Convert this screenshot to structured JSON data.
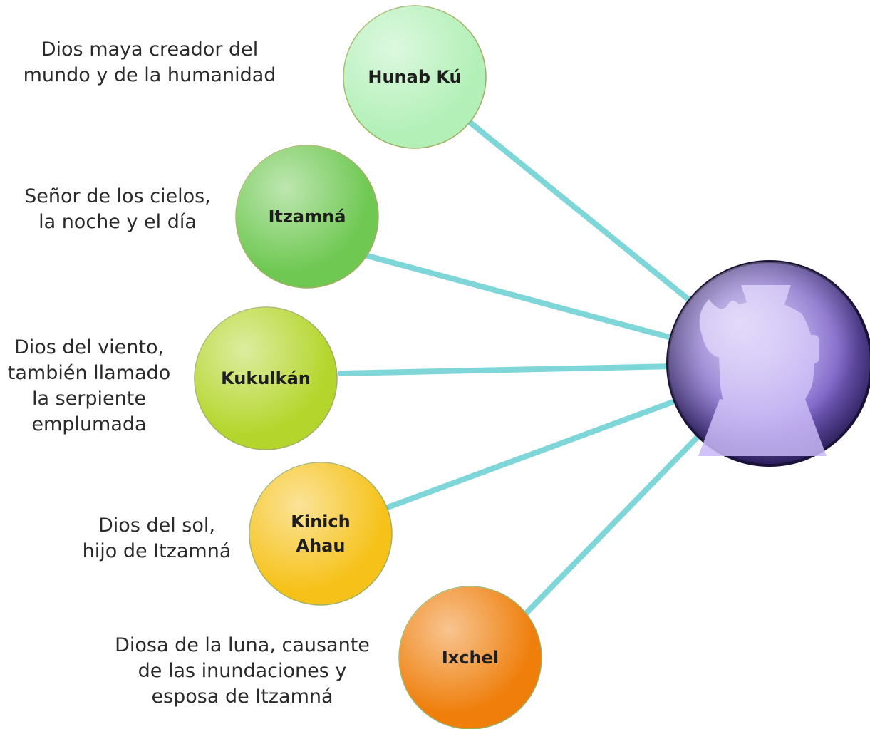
{
  "center": {
    "image": "mayan-deity-carving",
    "colors": {
      "dark": "#2b1e5a",
      "light": "#b9a6f0"
    }
  },
  "connector_color": "#7fd6d8",
  "nodes": [
    {
      "label_lines": [
        "Hunab Kú"
      ],
      "color": "#b3f0b8",
      "description_lines": [
        "Dios maya creador del",
        "mundo y de la humanidad"
      ]
    },
    {
      "label_lines": [
        "Itzamná"
      ],
      "color": "#6ec851",
      "description_lines": [
        "Señor de los cielos,",
        "la noche y el día"
      ]
    },
    {
      "label_lines": [
        "Kukulkán"
      ],
      "color": "#b4d62c",
      "description_lines": [
        "Dios del viento,",
        "también llamado",
        "la serpiente",
        "emplumada"
      ]
    },
    {
      "label_lines": [
        "Kinich",
        "Ahau"
      ],
      "color": "#f6c21a",
      "description_lines": [
        "Dios del sol,",
        "hijo de Itzamná"
      ]
    },
    {
      "label_lines": [
        "Ixchel"
      ],
      "color": "#ef7e0a",
      "description_lines": [
        "Diosa de la luna, causante",
        "de las inundaciones y",
        "esposa de Itzamná"
      ]
    }
  ]
}
